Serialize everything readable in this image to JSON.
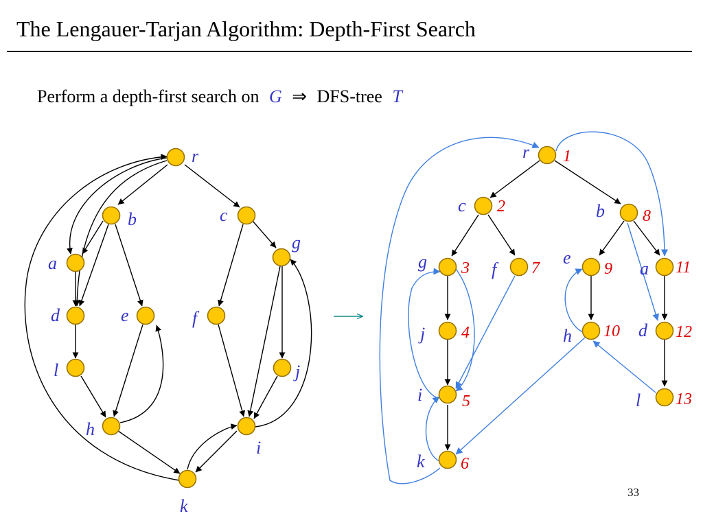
{
  "slide": {
    "title": "The Lengauer-Tarjan Algorithm: Depth-First Search",
    "subtitle_prefix": "Perform a depth-first search on",
    "graph_symbol": "G",
    "implies": "⇒",
    "subtitle_mid": "DFS-tree",
    "tree_symbol": "T",
    "page_number": "33"
  },
  "colors": {
    "node_fill": "#ffc805",
    "label": "#3535c8",
    "dfs_number": "#e00000",
    "tree_edge": "#000000",
    "non_tree_edge": "#3f7fe0"
  },
  "graph_G": {
    "nodes": [
      "r",
      "b",
      "c",
      "a",
      "g",
      "d",
      "e",
      "f",
      "l",
      "j",
      "h",
      "i",
      "k"
    ],
    "edges": [
      [
        "r",
        "b"
      ],
      [
        "r",
        "c"
      ],
      [
        "r",
        "a"
      ],
      [
        "r",
        "d"
      ],
      [
        "b",
        "a"
      ],
      [
        "b",
        "d"
      ],
      [
        "b",
        "e"
      ],
      [
        "c",
        "f"
      ],
      [
        "c",
        "g"
      ],
      [
        "a",
        "d"
      ],
      [
        "d",
        "l"
      ],
      [
        "l",
        "h"
      ],
      [
        "e",
        "h"
      ],
      [
        "h",
        "e"
      ],
      [
        "h",
        "k"
      ],
      [
        "g",
        "i"
      ],
      [
        "g",
        "j"
      ],
      [
        "j",
        "i"
      ],
      [
        "i",
        "g"
      ],
      [
        "f",
        "i"
      ],
      [
        "i",
        "k"
      ],
      [
        "k",
        "i"
      ],
      [
        "k",
        "r"
      ]
    ]
  },
  "dfs_tree_T": {
    "nodes": [
      {
        "id": "r",
        "dfs": "1"
      },
      {
        "id": "c",
        "dfs": "2"
      },
      {
        "id": "g",
        "dfs": "3"
      },
      {
        "id": "j",
        "dfs": "4"
      },
      {
        "id": "i",
        "dfs": "5"
      },
      {
        "id": "k",
        "dfs": "6"
      },
      {
        "id": "f",
        "dfs": "7"
      },
      {
        "id": "b",
        "dfs": "8"
      },
      {
        "id": "e",
        "dfs": "9"
      },
      {
        "id": "h",
        "dfs": "10"
      },
      {
        "id": "a",
        "dfs": "11"
      },
      {
        "id": "d",
        "dfs": "12"
      },
      {
        "id": "l",
        "dfs": "13"
      }
    ],
    "tree_edges": [
      [
        "r",
        "c"
      ],
      [
        "r",
        "b"
      ],
      [
        "c",
        "g"
      ],
      [
        "c",
        "f"
      ],
      [
        "g",
        "j"
      ],
      [
        "j",
        "i"
      ],
      [
        "i",
        "k"
      ],
      [
        "b",
        "e"
      ],
      [
        "b",
        "a"
      ],
      [
        "e",
        "h"
      ],
      [
        "a",
        "d"
      ],
      [
        "d",
        "l"
      ]
    ],
    "non_tree_edges": [
      [
        "k",
        "r"
      ],
      [
        "r",
        "a"
      ],
      [
        "b",
        "d"
      ],
      [
        "i",
        "g"
      ],
      [
        "g",
        "i"
      ],
      [
        "f",
        "i"
      ],
      [
        "k",
        "i"
      ],
      [
        "h",
        "e"
      ],
      [
        "h",
        "k"
      ],
      [
        "l",
        "h"
      ]
    ]
  }
}
